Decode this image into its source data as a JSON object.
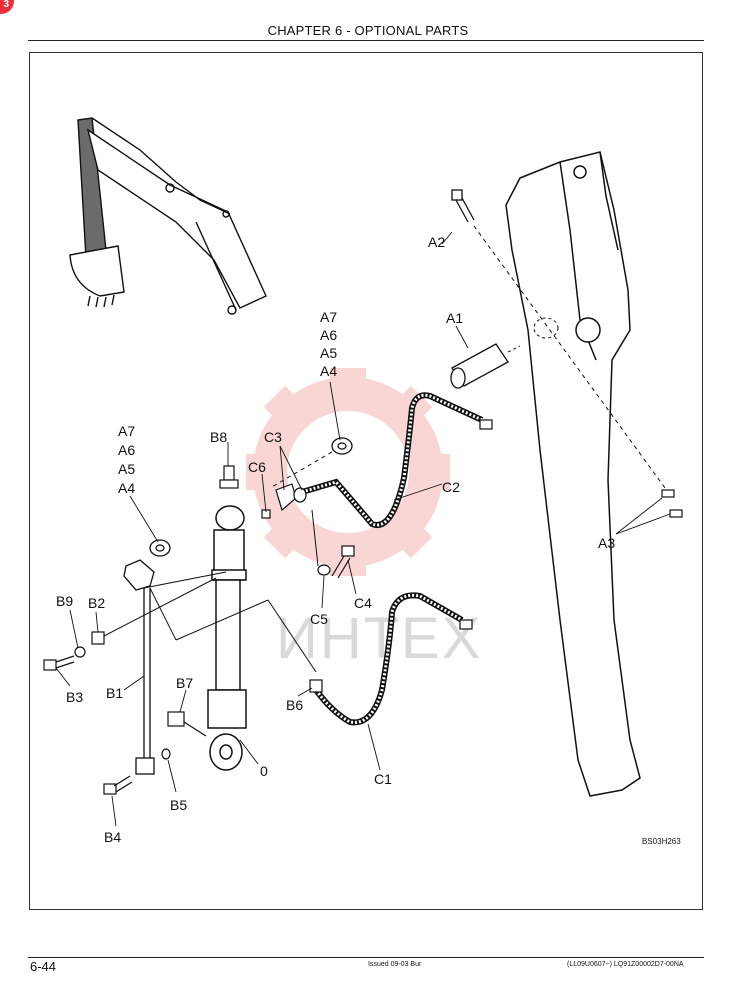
{
  "header": {
    "title": "CHAPTER 6 - OPTIONAL PARTS"
  },
  "diagram": {
    "watermark": "ИНТЕХ",
    "drawing_code": "BS03H263",
    "labels": {
      "a2": "A2",
      "a1": "A1",
      "a3": "A3",
      "a7_top": "A7",
      "a6_top": "A6",
      "a5_top": "A5",
      "a4_top": "A4",
      "a7_left": "A7",
      "a6_left": "A6",
      "a5_left": "A5",
      "a4_left": "A4",
      "b8": "B8",
      "c6": "C6",
      "c3": "C3",
      "c2": "C2",
      "c4": "C4",
      "c5": "C5",
      "b9": "B9",
      "b2": "B2",
      "b3": "B3",
      "b1": "B1",
      "b7": "B7",
      "b6": "B6",
      "c1": "C1",
      "zero": "0",
      "b5": "B5",
      "b4": "B4"
    }
  },
  "footer": {
    "page_number": "6-44",
    "issued": "Issued 09-03   Bur",
    "reference": "(LL09U0607~)    LQ91Z00002D7-00NA"
  }
}
